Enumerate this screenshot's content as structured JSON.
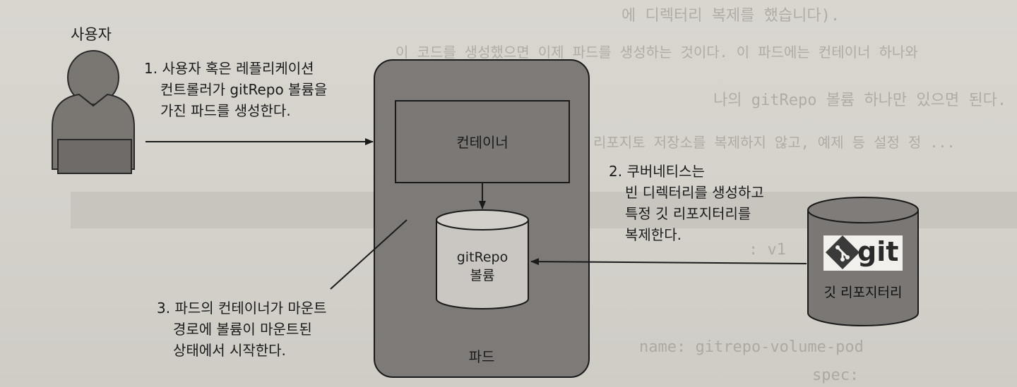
{
  "diagram": {
    "user_label": "사용자",
    "step1": [
      "1. 사용자 혹은 레플리케이션",
      "컨트롤러가 gitRepo 볼륨을",
      "가진 파드를 생성한다."
    ],
    "container_label": "컨테이너",
    "volume_label": [
      "gitRepo",
      "볼륨"
    ],
    "pod_label": "파드",
    "step2": [
      "2. 쿠버네티스는",
      "빈 디렉터리를 생성하고",
      "특정 깃 리포지터리를",
      "복제한다."
    ],
    "git_logo_text": "git",
    "repo_label": "깃 리포지터리",
    "step3": [
      "3. 파드의 컨테이너가 마운트",
      "경로에 볼륨이 마운트된",
      "상태에서 시작한다."
    ]
  },
  "background_text": {
    "line1": "에 디렉터리 복제를 했습니다).",
    "line2": "이 코드를 생성했으면 이제 파드를 생성하는 것이다. 이 파드에는 컨테이너 하나와",
    "line3": "나의 gitRepo 볼륨 하나만 있으면 된다.",
    "line4": "리포지토 저장소를 복제하지 않고, 예제 등 설정 정 ...",
    "code1": ": v1",
    "code2": "name: gitrepo-volume-pod",
    "code3": "spec:"
  },
  "colors": {
    "pod_fill": "#7d7a78",
    "container_fill": "#7b7876",
    "volume_fill": "#cac7c2",
    "person_fill": "#7a7672",
    "repo_fill": "#7a7774",
    "line": "#1a1a1a"
  }
}
